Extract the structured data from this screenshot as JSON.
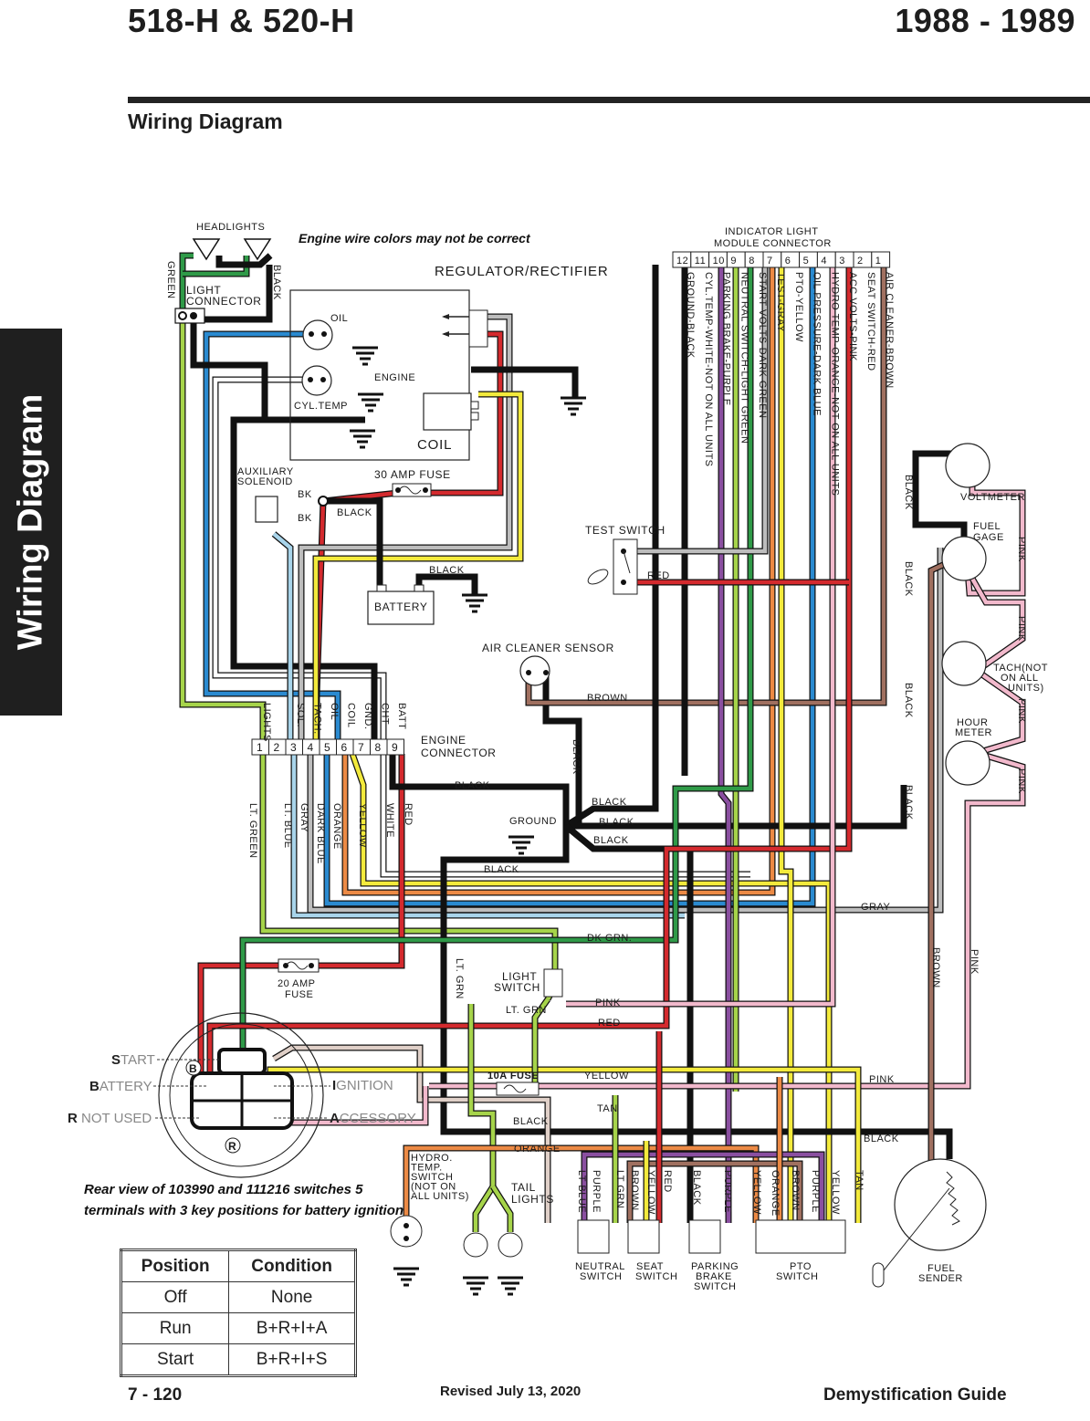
{
  "header": {
    "title": "518-H & 520-H",
    "years": "1988 - 1989",
    "subtitle": "Wiring Diagram",
    "side_tab": "Wiring Diagram"
  },
  "notes": {
    "engine_colors": "Engine wire colors may not be correct",
    "switch_rear_view": "Rear view of 103990 and 111216 switches 5 terminals with 3 key positions for battery ignition"
  },
  "components": {
    "headlights": "HEADLIGHTS",
    "light_connector_1": "LIGHT",
    "light_connector_2": "CONNECTOR",
    "regulator": "REGULATOR/RECTIFIER",
    "oil": "OIL",
    "engine": "ENGINE",
    "cyl_temp": "CYL.TEMP",
    "coil": "COIL",
    "aux_solenoid_1": "AUXILIARY",
    "aux_solenoid_2": "SOLENOID",
    "fuse_30": "30 AMP FUSE",
    "battery": "BATTERY",
    "test_switch": "TEST SWITCH",
    "air_cleaner_sensor": "AIR CLEANER SENSOR",
    "engine_connector_1": "ENGINE",
    "engine_connector_2": "CONNECTOR",
    "ground": "GROUND",
    "indicator_1": "INDICATOR LIGHT",
    "indicator_2": "MODULE CONNECTOR",
    "voltmeter": "VOLTMETER",
    "fuel_gage_1": "FUEL",
    "fuel_gage_2": "GAGE",
    "tach_1": "TACH(NOT",
    "tach_2": "ON ALL",
    "tach_3": "UNITS)",
    "hour_meter_1": "HOUR",
    "hour_meter_2": "METER",
    "fuse_20_1": "20 AMP",
    "fuse_20_2": "FUSE",
    "light_switch_1": "LIGHT",
    "light_switch_2": "SWITCH",
    "fuse_10": "10A FUSE",
    "hydro_temp": [
      "HYDRO.",
      "TEMP.",
      "SWITCH",
      "(NOT ON",
      "ALL UNITS)"
    ],
    "tail_lights_1": "TAIL",
    "tail_lights_2": "LIGHTS",
    "neutral_switch_1": "NEUTRAL",
    "neutral_switch_2": "SWITCH",
    "seat_switch_1": "SEAT",
    "seat_switch_2": "SWITCH",
    "parking_brake_1": "PARKING",
    "parking_brake_2": "BRAKE",
    "parking_brake_3": "SWITCH",
    "pto_switch_1": "PTO",
    "pto_switch_2": "SWITCH",
    "fuel_sender_1": "FUEL",
    "fuel_sender_2": "SENDER"
  },
  "ignition_switch": {
    "start": {
      "initial": "S",
      "rest": "TART"
    },
    "battery": {
      "initial": "B",
      "rest": "ATTERY"
    },
    "not_used": {
      "initial": "R",
      "rest": " NOT USED"
    },
    "ignition": {
      "initial": "I",
      "rest": "GNITION"
    },
    "accessory": {
      "initial": "A",
      "rest": "CCESSORY"
    }
  },
  "indicator_module": {
    "pins": [
      {
        "num": "12",
        "label": "GROUND-BLACK",
        "color": "#111111"
      },
      {
        "num": "11",
        "label": "CYL.TEMP-WHITE-NOT ON ALL UNITS",
        "color": "#ffffff"
      },
      {
        "num": "10",
        "label": "PARKING BRAKE-PURPLE",
        "color": "#8a4fa0"
      },
      {
        "num": "9",
        "label": "NEUTRAL SWITCH-LIGHT GREEN",
        "color": "#a6d44a"
      },
      {
        "num": "8",
        "label": "START VOLTS-DARK GREEN",
        "color": "#2f9a48"
      },
      {
        "num": "7",
        "label": "TEST-GRAY",
        "color": "#bdbdbd"
      },
      {
        "num": "6",
        "label": "PTO-YELLOW",
        "color": "#f3ea3c"
      },
      {
        "num": "5",
        "label": "OIL PRESSURE-DARK BLUE",
        "color": "#2a8ad0"
      },
      {
        "num": "4",
        "label": "HYDRO TEMP-ORANGE-NOT ON ALL UNITS",
        "color": "#ec8a45"
      },
      {
        "num": "3",
        "label": "ACC VOLTS-PINK",
        "color": "#f2b9cc"
      },
      {
        "num": "2",
        "label": "SEAT SWITCH-RED",
        "color": "#d42a2e"
      },
      {
        "num": "1",
        "label": "AIR CLEANER-BROWN",
        "color": "#a07060"
      }
    ]
  },
  "engine_connector": {
    "pins": [
      "1",
      "2",
      "3",
      "4",
      "5",
      "6",
      "7",
      "8",
      "9"
    ],
    "top_labels": [
      "LIGHTS",
      "",
      "SOL.",
      "TACH.",
      "OIL",
      "COIL",
      "GND.",
      "CHT",
      "BATT"
    ],
    "bottom_labels": [
      "LT. GREEN",
      "LT. BLUE",
      "GRAY",
      "DARK BLUE",
      "ORANGE",
      "YELLOW",
      "WHITE",
      "RED"
    ]
  },
  "wire_labels": {
    "green": "GREEN",
    "black": "BLACK",
    "bk": "BK",
    "red": "RED",
    "brown": "BROWN",
    "pink": "PINK",
    "gray": "GRAY",
    "dk_grn": "DK GRN.",
    "lt_grn": "LT. GRN",
    "yellow": "YELLOW",
    "tan": "TAN",
    "orange": "ORANGE",
    "switch_wires": [
      "LT BLUE",
      "PURPLE",
      "LT GRN",
      "BROWN",
      "YELLOW",
      "RED",
      "BLACK",
      "PURPLE",
      "YELLOW",
      "ORANGE",
      "BROWN",
      "PURPLE",
      "YELLOW",
      "TAN"
    ]
  },
  "key_table": {
    "headers": [
      "Position",
      "Condition"
    ],
    "rows": [
      [
        "Off",
        "None"
      ],
      [
        "Run",
        "B+R+I+A"
      ],
      [
        "Start",
        "B+R+I+S"
      ]
    ]
  },
  "footer": {
    "page": "7 - 120",
    "revised": "Revised July 13, 2020",
    "guide": "Demystification Guide"
  },
  "colors": {
    "black": "#111111",
    "red": "#d42a2e",
    "blue": "#2a8ad0",
    "lt_blue": "#a8d4ea",
    "gray": "#bdbdbd",
    "yellow": "#f3ea3c",
    "orange": "#ec8a45",
    "purple": "#8a4fa0",
    "lt_green": "#a6d44a",
    "dk_green": "#2f9a48",
    "pink": "#f2b9cc",
    "brown": "#a07060",
    "tan": "#e0d0c8",
    "white": "#ffffff"
  }
}
